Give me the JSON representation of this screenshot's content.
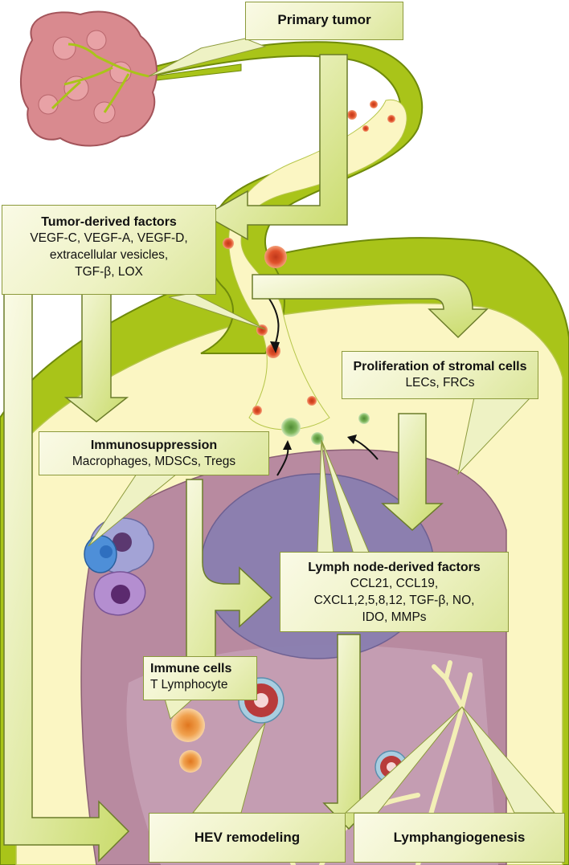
{
  "primary_tumor": {
    "title": "Primary tumor"
  },
  "tumor_factors": {
    "title": "Tumor-derived factors",
    "lines": [
      "VEGF-C, VEGF-A, VEGF-D,",
      "extracellular vesicles,",
      "TGF-β, LOX"
    ]
  },
  "stromal": {
    "title": "Proliferation of stromal cells",
    "lines": [
      "LECs, FRCs"
    ]
  },
  "immunosuppression": {
    "title": "Immunosuppression",
    "lines": [
      "Macrophages, MDSCs, Tregs"
    ]
  },
  "ln_factors": {
    "title": "Lymph node-derived factors",
    "lines": [
      "CCL21, CCL19,",
      "CXCL1,2,5,8,12, TGF-β, NO,",
      "IDO, MMPs"
    ]
  },
  "immune_cells": {
    "title": "Immune cells",
    "lines": [
      "T Lymphocyte"
    ]
  },
  "hev": {
    "title": "HEV remodeling"
  },
  "lymphangio": {
    "title": "Lymphangiogenesis"
  },
  "colors": {
    "vessel_green": "#a9c419",
    "vessel_dark": "#6f8a0b",
    "lymph_fluid": "#fbf6c3",
    "node_tissue": "#b88aa0",
    "germinal_center": "#8a7fb0",
    "tumor_pink": "#d98a8f",
    "tumor_cell": "#d9401f",
    "immune_cell_green": "#6fa64a",
    "arrow_fill": "#e4ecb0",
    "arrow_stroke": "#6b7c2a"
  }
}
